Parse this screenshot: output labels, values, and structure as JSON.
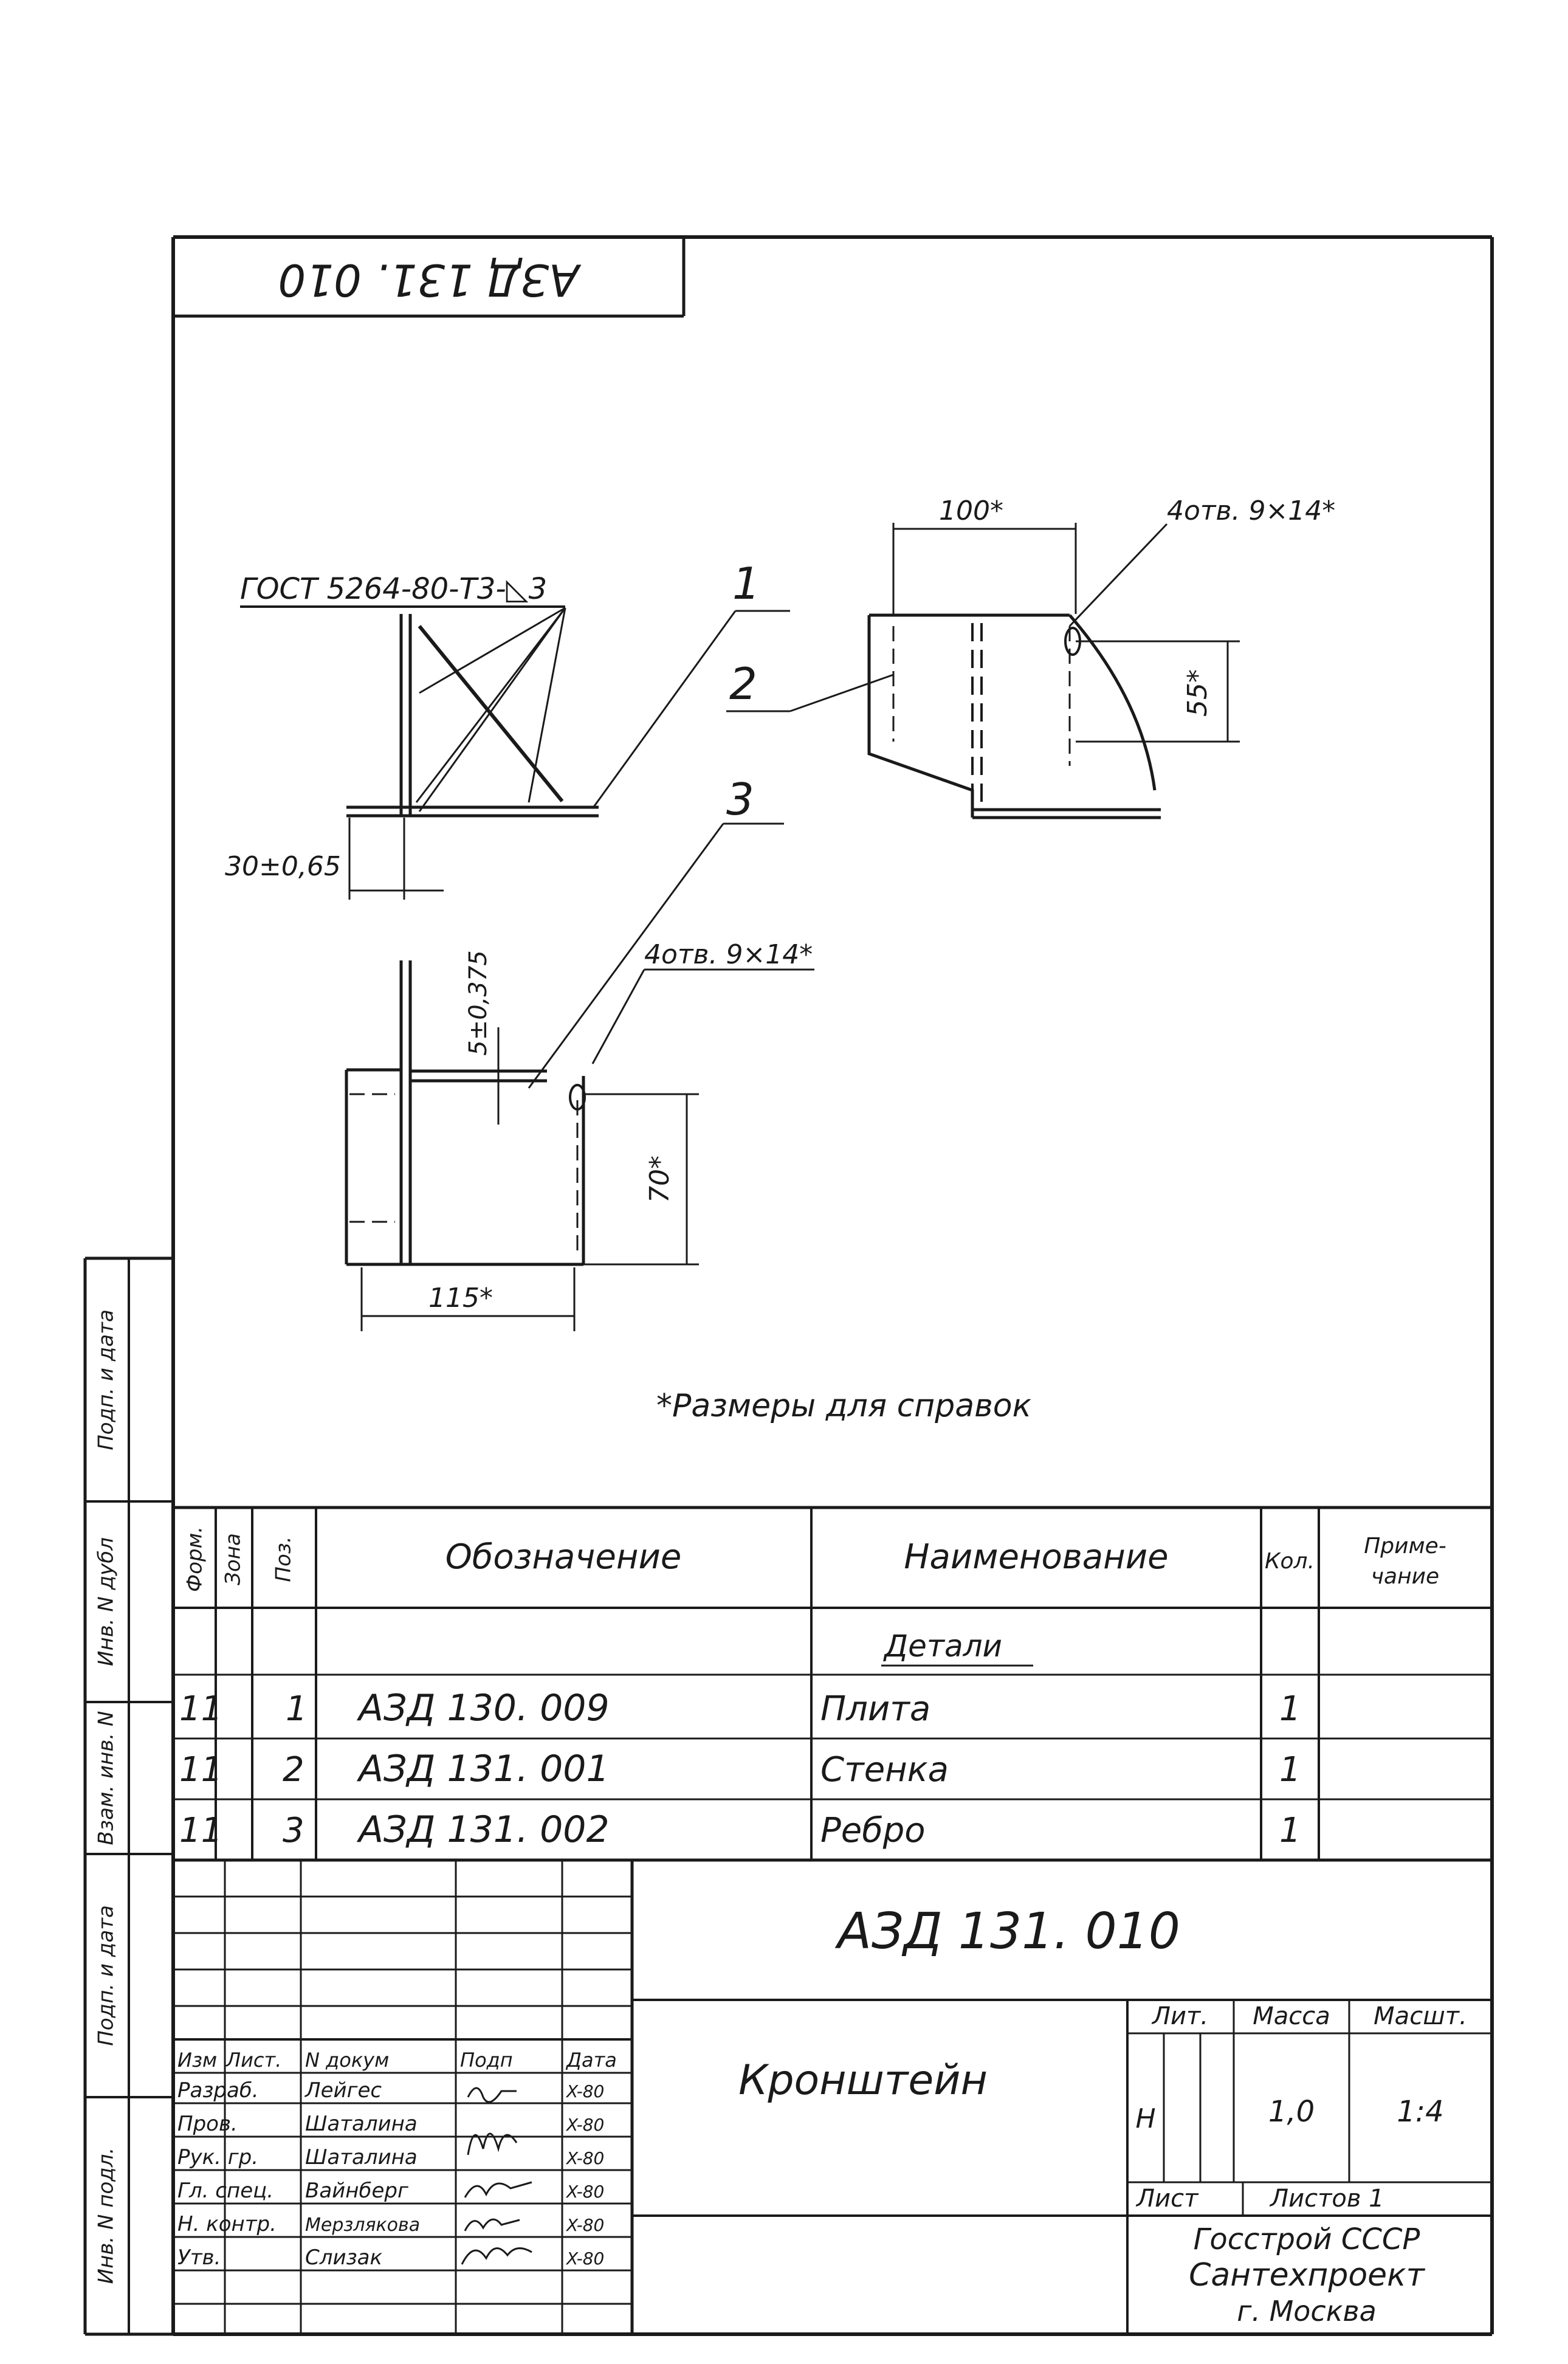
{
  "drawing": {
    "code_top": "АЗД 131. 010",
    "weld_note": "ГОСТ 5264-80-Т3-◺3",
    "dims": {
      "d30": "30±0,65",
      "d100": "100*",
      "holes_a": "4отв. 9×14*",
      "d55": "55*",
      "d5": "5±0,375",
      "holes_b": "4отв. 9×14*",
      "d70": "70*",
      "d115": "115*"
    },
    "callouts": {
      "c1": "1",
      "c2": "2",
      "c3": "3"
    },
    "note": "*Размеры для справок"
  },
  "left_margin": {
    "box1": "Подп. и дата",
    "box2": "Инв. N дубл",
    "box3": "Взам. инв. N",
    "box4": "Подп. и дата",
    "box5": "Инв. N подл."
  },
  "spec": {
    "headers": {
      "format": "Форм.",
      "zone": "Зона",
      "pos": "Поз.",
      "designation": "Обозначение",
      "name": "Наименование",
      "qty": "Кол.",
      "note": "Приме-чание"
    },
    "section": "Детали",
    "rows": [
      {
        "format": "11",
        "pos": "1",
        "designation": "АЗД 130. 009",
        "name": "Плита",
        "qty": "1"
      },
      {
        "format": "11",
        "pos": "2",
        "designation": "АЗД 131. 001",
        "name": "Стенка",
        "qty": "1"
      },
      {
        "format": "11",
        "pos": "3",
        "designation": "АЗД 131. 002",
        "name": "Ребро",
        "qty": "1"
      }
    ]
  },
  "title_block": {
    "doc_code": "АЗД 131. 010",
    "title": "Кронштейн",
    "lit_label": "Лит.",
    "mass_label": "Масса",
    "scale_label": "Масшт.",
    "lit_value": "Н",
    "mass_value": "1,0",
    "scale_value": "1:4",
    "sheet_label": "Лист",
    "sheets_label": "Листов 1",
    "org_line1": "Госстрой СССР",
    "org_line2": "Сантехпроект",
    "org_line3": "г. Москва",
    "header_row": {
      "izm": "Изм",
      "list": "Лист.",
      "doc": "N докум",
      "sign": "Подп",
      "date": "Дата"
    },
    "signers": [
      {
        "role": "Разраб.",
        "name": "Лейгес",
        "date": "X-80"
      },
      {
        "role": "Пров.",
        "name": "Шаталина",
        "date": "X-80"
      },
      {
        "role": "Рук. гр.",
        "name": "Шаталина",
        "date": "X-80"
      },
      {
        "role": "Гл. спец.",
        "name": "Вайнберг",
        "date": "X-80"
      },
      {
        "role": "Н. контр.",
        "name": "Мерзлякова",
        "date": "X-80"
      },
      {
        "role": "Утв.",
        "name": "Слизак",
        "date": "X-80"
      }
    ]
  }
}
